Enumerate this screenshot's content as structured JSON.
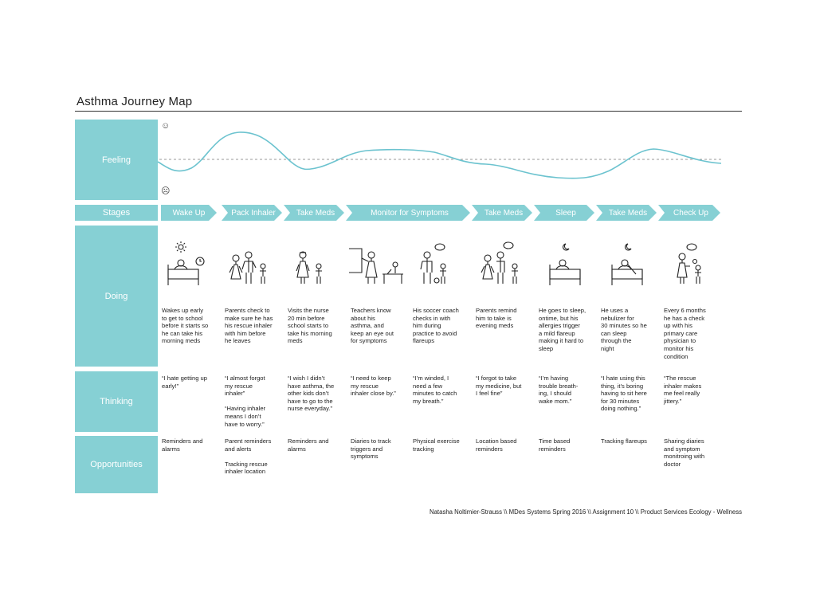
{
  "title": "Asthma Journey Map",
  "rows": {
    "feeling": "Feeling",
    "stages": "Stages",
    "doing": "Doing",
    "thinking": "Thinking",
    "opportunities": "Opportunities"
  },
  "feeling_faces": {
    "happy": "☺",
    "sad": "☹"
  },
  "stages": [
    "Wake Up",
    "Pack Inhaler",
    "Take Meds",
    "Monitor for Symptoms",
    "Take Meds",
    "Sleep",
    "Take Meds",
    "Check Up"
  ],
  "doing": [
    "Wakes up early\nto get to school\nbefore it starts so\nhe can take his\nmorning meds",
    "Parents check to\nmake sure he has\nhis rescue inhaler\nwith him before\nhe leaves",
    "Visits the nurse\n20 min before\nschool starts to\ntake his morning\nmeds",
    "Teachers know\nabout his\nasthma, and\nkeep an eye out\nfor symptoms",
    "His soccer coach\nchecks in with\nhim during\npractice to avoid\nflareups",
    "Parents remind\nhim to take is\nevening meds",
    "He goes to sleep,\nontime, but his\nallergies trigger\na  mild flareup\nmaking it hard to\nsleep",
    "He uses a\nnebulizer for\n30 minutes so he\ncan sleep\nthrough the\nnight",
    "Every 6 months\nhe has a check\nup with his\nprimary care\nphysician to\nmonitor his\ncondition"
  ],
  "thinking": [
    "“I hate getting up\nearly!”",
    "“I almost forgot\nmy rescue\ninhaler”\n\n“Having inhaler\nmeans I don’t\nhave to worry.”",
    "“I wish I didn’t\nhave asthma, the\nother kids don’t\nhave to go to the\nnurse everyday.”",
    "“I need to keep\nmy rescue\n inhaler close by.”",
    "“I’m winded, I\nneed a few\nminutes to catch\nmy breath.”",
    "“I forgot to take\nmy medicine, but\nI feel fine”",
    "“I’m having\ntrouble breath-\ning, I should\nwake mom.”",
    "“I hate using this\nthing, it’s boring\nhaving to sit here\nfor 30 minutes\ndoing nothing.”",
    "“The rescue\ninhaler makes\nme feel really\njittery.”"
  ],
  "opportunities": [
    "Reminders and\nalarms",
    "Parent reminders\nand alerts\n\nTracking rescue\ninhaler location",
    "Reminders and\nalarms",
    "Diaries to track\ntriggers and\nsymptoms",
    "Physical exercise\ntracking",
    "Location based\nreminders",
    "Time based\nreminders",
    "Tracking flareups",
    "Sharing diaries\nand symptom\nmonitroing with\ndoctor"
  ],
  "footer": "Natasha Noltimier-Strauss \\\\ MDes Systems Spring 2016 \\\\ Assignment 10 \\\\  Product Services Ecology - Wellness",
  "colors": {
    "teal": "#86d0d4",
    "curve": "#6cc3cf"
  }
}
